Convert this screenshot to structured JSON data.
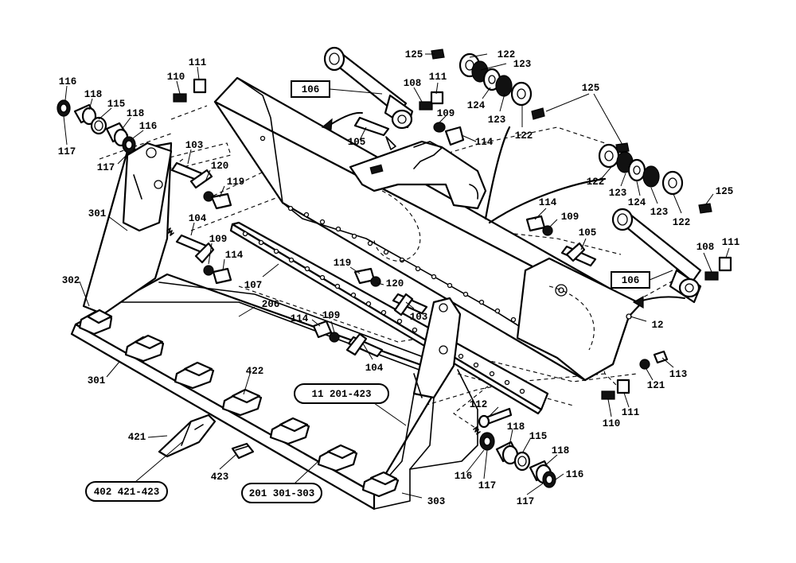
{
  "diagram": {
    "part_labels": [
      "111",
      "110",
      "116",
      "118",
      "115",
      "118",
      "116",
      "117",
      "117",
      "103",
      "120",
      "119",
      "104",
      "109",
      "114",
      "301",
      "302",
      "107",
      "206",
      "301",
      "422",
      "421",
      "423",
      "125",
      "122",
      "123",
      "124",
      "123",
      "122",
      "108",
      "111",
      "109",
      "114",
      "105",
      "125",
      "122",
      "123",
      "124",
      "123",
      "122",
      "125",
      "114",
      "109",
      "105",
      "111",
      "108",
      "119",
      "120",
      "103",
      "114",
      "109",
      "104",
      "12",
      "113",
      "121",
      "111",
      "110",
      "112",
      "118",
      "115",
      "118",
      "116",
      "116",
      "117",
      "117",
      "303"
    ],
    "callouts": [
      {
        "label": "106"
      },
      {
        "label": "106"
      },
      {
        "label": "11  201-423"
      },
      {
        "label": "402  421-423"
      },
      {
        "label": "201  301-303"
      }
    ]
  }
}
